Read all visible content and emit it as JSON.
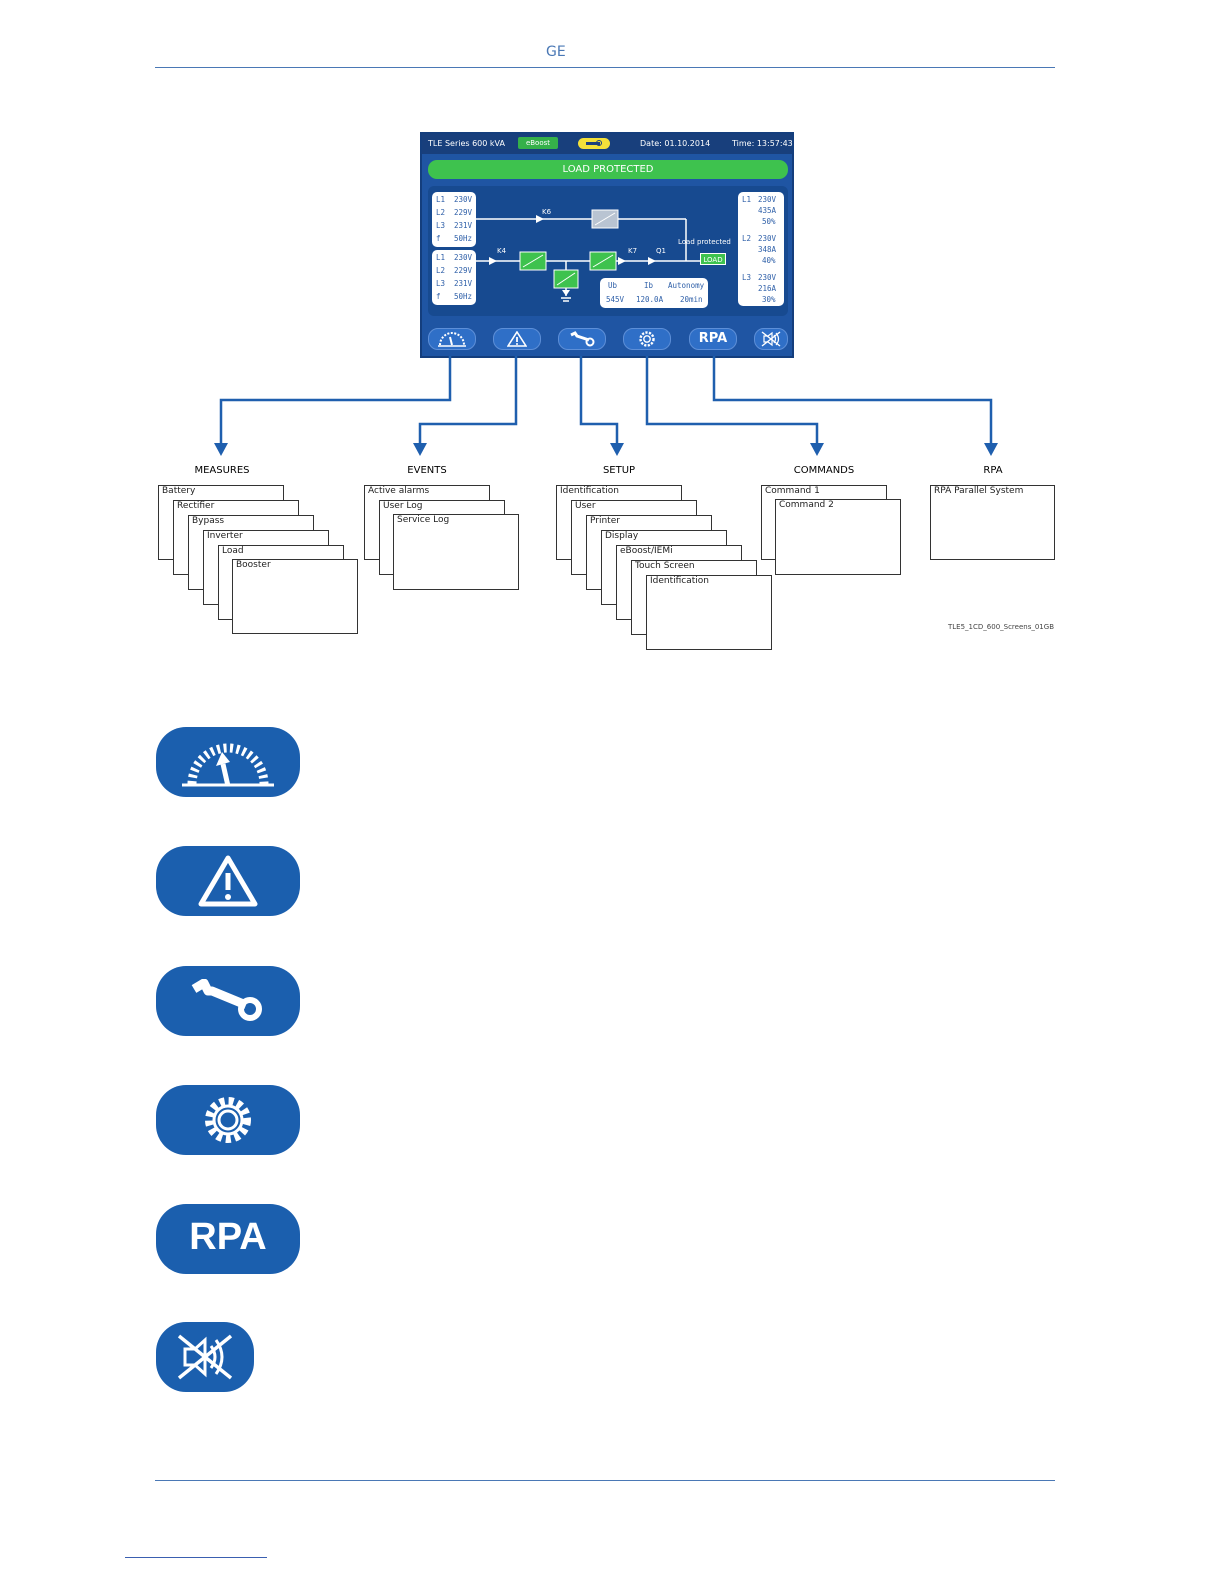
{
  "header": {
    "brand": "GE"
  },
  "screen": {
    "model": "TLE Series 600 kVA",
    "eboost": "eBoost",
    "date": "Date: 01.10.2014",
    "time": "Time: 13:57:43",
    "status": "LOAD PROTECTED",
    "input_top": [
      [
        "L1",
        "230V"
      ],
      [
        "L2",
        "229V"
      ],
      [
        "L3",
        "231V"
      ],
      [
        "f",
        "50Hz"
      ]
    ],
    "input_bottom": [
      [
        "L1",
        "230V"
      ],
      [
        "L2",
        "229V"
      ],
      [
        "L3",
        "231V"
      ],
      [
        "f",
        "50Hz"
      ]
    ],
    "output": {
      "l1": [
        "L1",
        "230V",
        "435A",
        "50%"
      ],
      "l2": [
        "L2",
        "230V",
        "348A",
        "40%"
      ],
      "l3": [
        "L3",
        "230V",
        "216A",
        "30%"
      ]
    },
    "labels": {
      "k6": "K6",
      "k4": "K4",
      "k7": "K7",
      "q1": "Q1",
      "load_protected": "Load protected",
      "load": "LOAD"
    },
    "battery": {
      "h_ub": "Ub",
      "h_ib": "Ib",
      "h_aut": "Autonomy",
      "ub": "545V",
      "ib": "120.0A",
      "aut": "20min"
    },
    "nav": [
      {
        "name": "measures",
        "icon": "gauge-icon"
      },
      {
        "name": "events",
        "icon": "warning-icon"
      },
      {
        "name": "setup",
        "icon": "wrench-icon"
      },
      {
        "name": "commands",
        "icon": "gear-icon"
      },
      {
        "name": "rpa",
        "label": "RPA"
      },
      {
        "name": "mute",
        "icon": "mute-icon"
      }
    ]
  },
  "tree": {
    "measures": {
      "title": "MEASURES",
      "items": [
        "Battery",
        "Rectifier",
        "Bypass",
        "Inverter",
        "Load",
        "Booster"
      ]
    },
    "events": {
      "title": "EVENTS",
      "items": [
        "Active alarms",
        "User Log",
        "Service Log"
      ]
    },
    "setup": {
      "title": "SETUP",
      "items": [
        "Identification",
        "User",
        "Printer",
        "Display",
        "eBoost/IEMi",
        "Touch Screen",
        "Identification"
      ]
    },
    "commands": {
      "title": "COMMANDS",
      "items": [
        "Command 1",
        "Command 2"
      ]
    },
    "rpa": {
      "title": "RPA",
      "items": [
        "RPA Parallel System"
      ]
    },
    "figure_id": "TLE5_1CD_600_Screens_01GB"
  },
  "legend_icons": [
    "gauge-icon",
    "warning-icon",
    "wrench-icon",
    "gear-icon",
    "RPA",
    "mute-icon"
  ],
  "colors": {
    "brand_blue": "#1b5fae",
    "screen_blue": "#1f55a3",
    "status_green": "#3ec24e",
    "rule_blue": "#4a78b5"
  }
}
